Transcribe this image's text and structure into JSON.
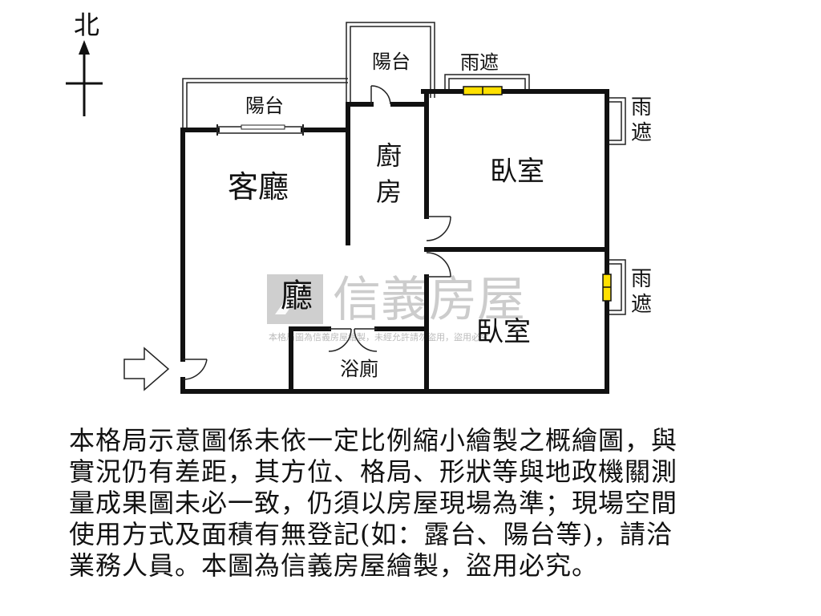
{
  "compass": {
    "north_label": "北"
  },
  "rooms": {
    "balcony_left": "陽台",
    "balcony_top": "陽台",
    "living_room": "客廳",
    "kitchen_line1": "廚",
    "kitchen_line2": "房",
    "bedroom_1": "臥室",
    "bedroom_2": "臥室",
    "hall": "廳",
    "bathroom": "浴廁"
  },
  "canopies": {
    "top_label": "雨遮",
    "right_top_line1": "雨",
    "right_top_line2": "遮",
    "right_mid_line1": "雨",
    "right_mid_line2": "遮"
  },
  "watermark": {
    "brand": "信義房屋",
    "notice": "本格局圖為信義房屋繪製，未經允許請勿盜用，盜用必究"
  },
  "disclaimer": {
    "lines": [
      "本格局示意圖係未依一定比例縮小繪製之概繪圖，與",
      "實況仍有差距，其方位、格局、形狀等與地政機關測",
      "量成果圖未必一致，仍須以房屋現場為準；現場空間",
      "使用方式及面積有無登記(如：露台、陽台等)，請洽",
      "業務人員。本圖為信義房屋繪製，盜用必究。"
    ]
  },
  "colors": {
    "wall": "#111111",
    "window_yellow": "#ffe000",
    "watermark_gray": "#c8c8c8",
    "text": "#111111"
  }
}
